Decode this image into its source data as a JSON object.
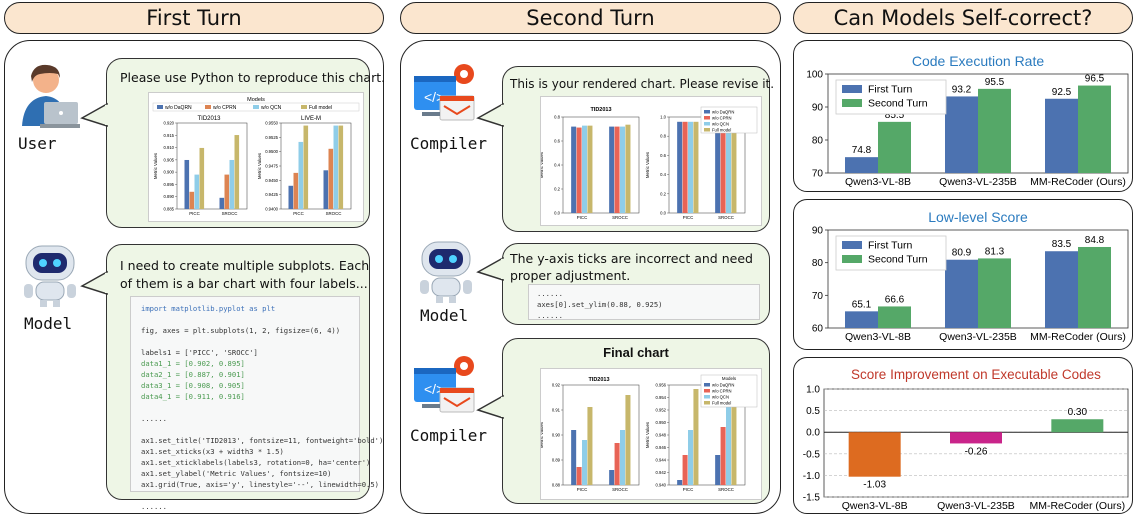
{
  "headers": {
    "first_turn": "First Turn",
    "second_turn": "Second Turn",
    "self_correct": "Can Models Self-correct?"
  },
  "roles": {
    "user": "User",
    "model": "Model",
    "compiler": "Compiler"
  },
  "icons": {
    "user": "user-at-laptop-icon",
    "model": "robot-icon",
    "compiler": "compiler-gear-window-icon"
  },
  "first_turn": {
    "user_message": "Please use Python to reproduce this chart.",
    "model_message_line1": "I need to create multiple subplots. Each",
    "model_message_line2": "of them is a bar chart with four labels...",
    "code_lines": [
      "import matplotlib.pyplot as plt",
      "",
      "fig, axes = plt.subplots(1, 2, figsize=(6, 4))",
      "",
      "labels1 = ['PICC', 'SROCC']",
      "data1_1 = [0.902, 0.895]",
      "data2_1 = [0.887, 0.901]",
      "data3_1 = [0.908, 0.905]",
      "data4_1 = [0.911, 0.916]",
      "",
      "......",
      "",
      "ax1.set_title('TID2013', fontsize=11, fontweight='bold')",
      "ax1.set_xticks(x3 + width3 * 1.5)",
      "ax1.set_xticklabels(labels3, rotation=0, ha='center')",
      "ax1.set_ylabel('Metric Values', fontsize=10)",
      "ax1.grid(True, axis='y', linestyle='--', linewidth=0.5)",
      "",
      "......"
    ],
    "reference_chart": {
      "legend_title": "Models",
      "legend": [
        "w/o DaQRN",
        "w/o CPRN",
        "w/o QCN",
        "Full model"
      ],
      "left_title": "TID2013",
      "right_title": "LIVE-M",
      "left_yticks": [
        "0.920",
        "0.915",
        "0.910",
        "0.905",
        "0.900",
        "0.895",
        "0.890",
        "0.885"
      ],
      "right_yticks": [
        "0.9550",
        "0.9525",
        "0.9500",
        "0.9475",
        "0.9450",
        "0.9425",
        "0.9400"
      ],
      "ylabel": "Metric Values",
      "xticks": [
        "PICC",
        "SROCC"
      ]
    }
  },
  "second_turn": {
    "compiler_message": "This is your rendered chart. Please revise it.",
    "model_message_line1": "The y-axis ticks are incorrect and need",
    "model_message_line2": "proper adjustment.",
    "code_lines": [
      "......",
      "axes[0].set_ylim(0.88, 0.925)",
      "......"
    ],
    "final_label": "Final chart",
    "rendered_chart": {
      "left_title": "TID2013",
      "left_yticks": [
        "0.8",
        "0.6",
        "0.4",
        "0.2",
        "0.0"
      ],
      "right_yticks": [
        "1.0",
        "0.8",
        "0.6",
        "0.4",
        "0.2",
        "0.0"
      ],
      "ylabel": "Metric Values",
      "legend": [
        "w/o DaQRN",
        "w/o CPRN",
        "w/o QCN",
        "Full model"
      ],
      "xticks": [
        "PICC",
        "SROCC"
      ]
    },
    "final_chart": {
      "left_title": "TID2013",
      "legend_title": "Models",
      "left_yticks": [
        "0.92",
        "0.91",
        "0.90",
        "0.89",
        "0.88"
      ],
      "right_yticks": [
        "0.956",
        "0.954",
        "0.952",
        "0.950",
        "0.948",
        "0.946",
        "0.944",
        "0.942",
        "0.940"
      ],
      "ylabel": "Metric Values",
      "legend": [
        "w/o DaQRN",
        "w/o CPRN",
        "w/o QCN",
        "Full model"
      ],
      "xticks": [
        "PICC",
        "SROCC"
      ]
    }
  },
  "colors": {
    "header_bg": "#fbe6cf",
    "bubble_bg": "#eef6e6",
    "first_turn": "#4c72b0",
    "second_turn": "#55a868",
    "negative": "#dd6b20",
    "pink": "#c9248a",
    "chart_title": "#2b7bbf",
    "improvement_title": "#c0392b"
  },
  "chart_data": [
    {
      "type": "bar",
      "title": "Code Execution Rate",
      "categories": [
        "Qwen3-VL-8B",
        "Qwen3-VL-235B",
        "MM-ReCoder (Ours)"
      ],
      "series": [
        {
          "name": "First Turn",
          "values": [
            74.8,
            93.2,
            92.5
          ]
        },
        {
          "name": "Second Turn",
          "values": [
            85.5,
            95.5,
            96.5
          ]
        }
      ],
      "ylim": [
        70,
        100
      ],
      "yticks": [
        70,
        80,
        90,
        100
      ],
      "legend": "top-left"
    },
    {
      "type": "bar",
      "title": "Low-level Score",
      "categories": [
        "Qwen3-VL-8B",
        "Qwen3-VL-235B",
        "MM-ReCoder (Ours)"
      ],
      "series": [
        {
          "name": "First Turn",
          "values": [
            65.1,
            80.9,
            83.5
          ]
        },
        {
          "name": "Second Turn",
          "values": [
            66.6,
            81.3,
            84.8
          ]
        }
      ],
      "ylim": [
        60,
        90
      ],
      "yticks": [
        60,
        70,
        80,
        90
      ],
      "legend": "top-left"
    },
    {
      "type": "bar",
      "title": "Score Improvement on Executable Codes",
      "categories": [
        "Qwen3-VL-8B",
        "Qwen3-VL-235B",
        "MM-ReCoder (Ours)"
      ],
      "values": [
        -1.03,
        -0.26,
        0.3
      ],
      "ylim": [
        -1.5,
        1.0
      ],
      "yticks": [
        "1.0",
        "0.5",
        "0.0",
        "-0.5",
        "-1.0",
        "-1.5"
      ],
      "grid": true
    }
  ]
}
